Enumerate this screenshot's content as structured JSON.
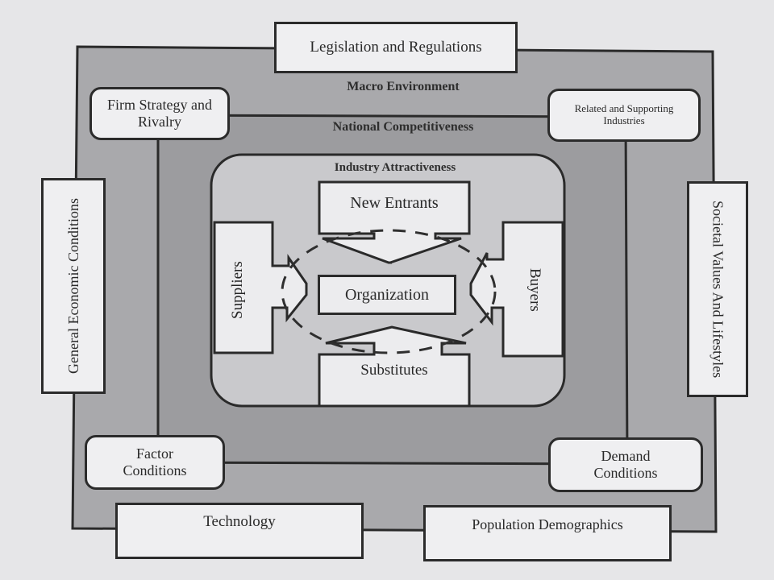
{
  "layers": {
    "macro": "Macro Environment",
    "national": "National Competitiveness",
    "industry": "Industry Attractiveness"
  },
  "macro_factors": {
    "legislation": "Legislation and Regulations",
    "general_economic": "General Economic Conditions",
    "societal": "Societal Values And Lifestyles",
    "technology": "Technology",
    "population": "Population Demographics"
  },
  "national_factors": {
    "firm_strategy": "Firm Strategy and Rivalry",
    "related_industries": "Related and Supporting Industries",
    "factor_conditions": "Factor Conditions",
    "demand_conditions": "Demand Conditions"
  },
  "industry_forces": {
    "new_entrants": "New Entrants",
    "suppliers": "Suppliers",
    "buyers": "Buyers",
    "substitutes": "Substitutes",
    "organization": "Organization"
  }
}
